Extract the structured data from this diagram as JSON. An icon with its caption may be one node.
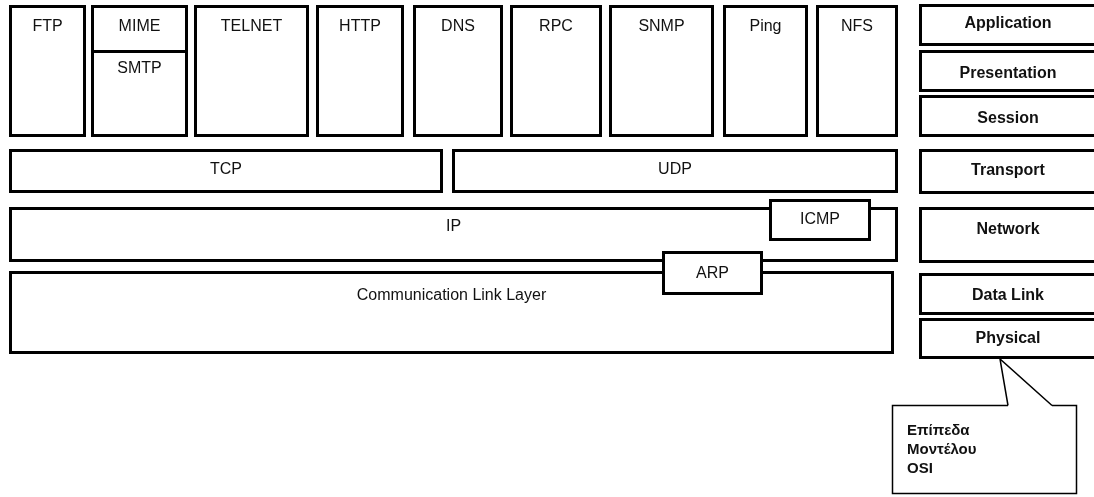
{
  "diagram": {
    "nodes": [
      {
        "text": [
          "FTP"
        ]
      },
      {
        "text": [
          "MIME"
        ]
      },
      {
        "text": [
          "SMTP"
        ]
      },
      {
        "text": [
          "TELNET"
        ]
      },
      {
        "text": [
          "HTTP"
        ]
      },
      {
        "text": [
          "DNS"
        ]
      },
      {
        "text": [
          "RPC"
        ]
      },
      {
        "text": [
          "SNMP"
        ]
      },
      {
        "text": [
          "Ping"
        ]
      },
      {
        "text": [
          "NFS"
        ]
      },
      {
        "text": [
          "Application"
        ]
      },
      {
        "text": [
          "Presentation"
        ]
      },
      {
        "text": [
          "Session"
        ]
      },
      {
        "text": [
          "TCP"
        ]
      },
      {
        "text": [
          "UDP"
        ]
      },
      {
        "text": [
          "Transport"
        ]
      },
      {
        "text": [
          "ICMP"
        ]
      },
      {
        "text": [
          "IP"
        ]
      },
      {
        "text": [
          "Network"
        ]
      },
      {
        "text": [
          "ARP"
        ]
      },
      {
        "text": [
          "Communication Link Layer"
        ]
      },
      {
        "text": [
          "Data Link"
        ]
      },
      {
        "text": [
          "Physical"
        ]
      },
      {
        "text": [
          "Επίπεδα Μοντέλου OSI"
        ]
      }
    ],
    "edges": [
      {
        "from": 23,
        "to": 22,
        "arrow": "none"
      }
    ]
  }
}
